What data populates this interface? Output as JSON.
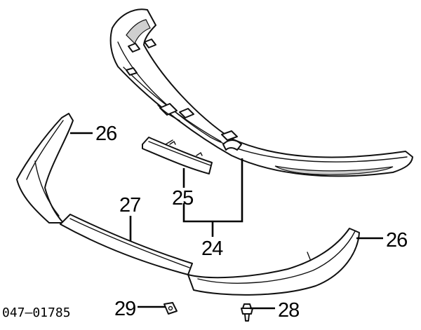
{
  "diagram": {
    "callouts": {
      "part_24": "24",
      "part_25": "25",
      "part_26_left": "26",
      "part_26_right": "26",
      "part_27": "27",
      "part_28": "28",
      "part_29": "29"
    },
    "figure_code": "047–01785"
  }
}
